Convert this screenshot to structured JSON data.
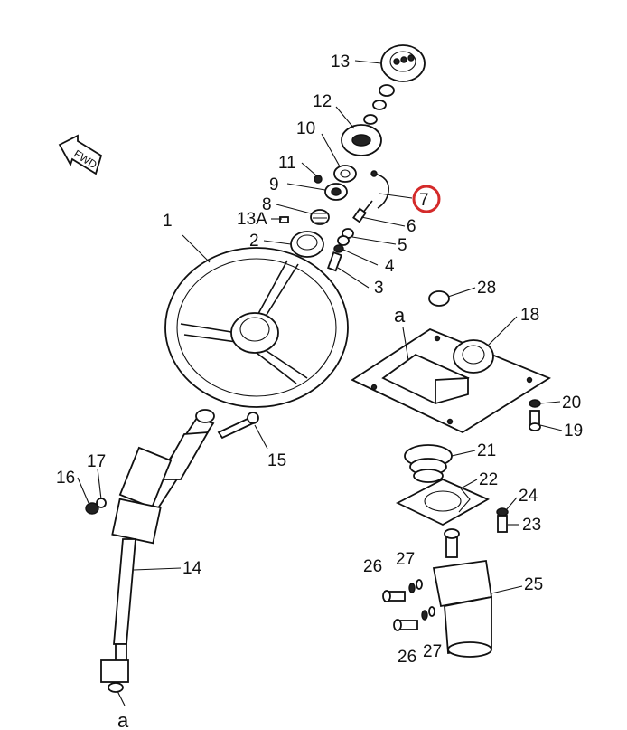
{
  "fwd_label": "FWD",
  "highlight_color": "#d42a2a",
  "highlighted_callout": "7",
  "callouts": {
    "p1": "1",
    "p2": "2",
    "p3": "3",
    "p4": "4",
    "p5": "5",
    "p6": "6",
    "p7": "7",
    "p8": "8",
    "p9": "9",
    "p10": "10",
    "p11": "11",
    "p12": "12",
    "p13": "13",
    "p13a": "13A",
    "p14": "14",
    "p15": "15",
    "p16": "16",
    "p17": "17",
    "p18": "18",
    "p19": "19",
    "p20": "20",
    "p21": "21",
    "p22": "22",
    "p23": "23",
    "p24": "24",
    "p25": "25",
    "p26a": "26",
    "p26b": "26",
    "p27a": "27",
    "p27b": "27",
    "p28": "28",
    "ref_a_top": "a",
    "ref_a_bottom": "a"
  }
}
